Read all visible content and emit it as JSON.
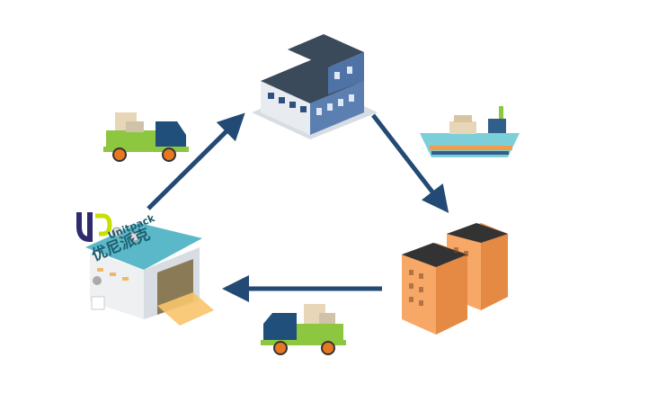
{
  "logo": {
    "brand_en": "Unitpack",
    "brand_cn": "优尼派克",
    "mark": "UP"
  },
  "nodes": [
    {
      "id": "factory",
      "icon": "factory-building-icon"
    },
    {
      "id": "ship",
      "icon": "cargo-ship-icon"
    },
    {
      "id": "customer",
      "icon": "apartment-buildings-icon"
    },
    {
      "id": "truck_bottom",
      "icon": "delivery-truck-icon"
    },
    {
      "id": "warehouse",
      "icon": "warehouse-icon"
    },
    {
      "id": "truck_top",
      "icon": "delivery-truck-icon"
    }
  ],
  "colors": {
    "arrow": "#234a74",
    "truck_body": "#8dc63f",
    "truck_cab": "#1f4f7a",
    "wheel": "#e87722",
    "building_orange": "#f7a867",
    "warehouse_roof": "#5bb8c9",
    "factory_wall": "#5a7fb0"
  }
}
